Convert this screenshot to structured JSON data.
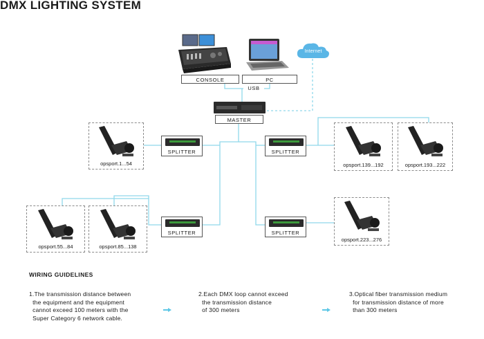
{
  "title": "DMX LIGHTING SYSTEM",
  "nodes": {
    "console": "CONSOLE",
    "pc": "PC",
    "usb": "USB",
    "internet": "Internet",
    "master": "MASTER",
    "splitter_tl": "SPLITTER",
    "splitter_tr": "SPLITTER",
    "splitter_bl": "SPLITTER",
    "splitter_br": "SPLITTER"
  },
  "fixtures": {
    "g1": "opsport.1...54",
    "g2": "opsport.55...84",
    "g3": "opsport.85...138",
    "g4": "opsport.139...192",
    "g5": "opsport.193...222",
    "g6": "opsport.223...276"
  },
  "guidelines": {
    "title": "WIRING GUIDELINES",
    "items": [
      "1.The transmission distance between\n  the equipment and the equipment\n  cannot exceed 100 meters with the\n  Super Category 6 network cable.",
      "2.Each DMX loop cannot exceed\n  the transmission distance\n  of 300 meters",
      "3.Optical fiber transmission medium\n  for transmission distance of more\n  than 300 meters"
    ]
  },
  "colors": {
    "wire": "#8fd8ea",
    "arrow": "#5cc7e6",
    "cloud": "#5ab6e6"
  },
  "icons": [
    "console-icon",
    "laptop-icon",
    "cloud-icon",
    "master-controller-icon",
    "splitter-icon",
    "moving-head-fixture-icon",
    "arrow-right-icon"
  ]
}
